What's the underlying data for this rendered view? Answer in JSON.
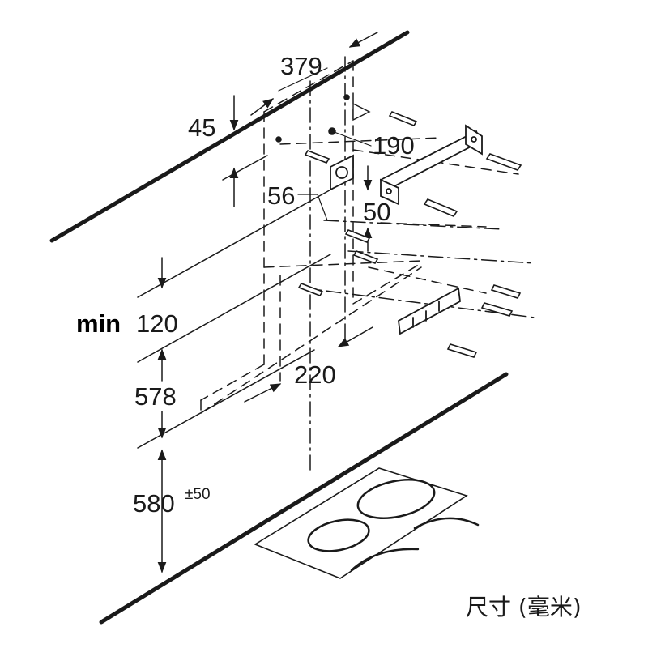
{
  "dimensions": {
    "d379": "379",
    "d45": "45",
    "d190": "190",
    "d56": "56",
    "d50": "50",
    "min_label": "min",
    "d120": "120",
    "d220": "220",
    "d578": "578",
    "d580": "580",
    "d580_tol": "±50"
  },
  "unit_label": "尺寸 (毫米)",
  "colors": {
    "line": "#1a1a1a"
  }
}
